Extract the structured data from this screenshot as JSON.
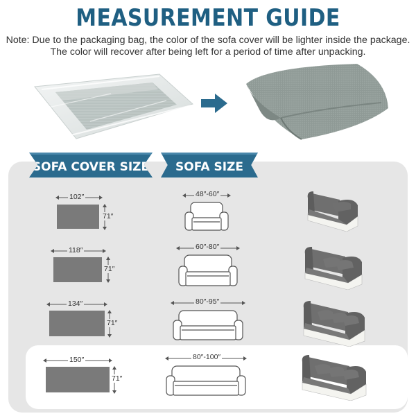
{
  "header": {
    "title": "MEASUREMENT GUIDE",
    "note_line1": "Note: Due to the packaging bag, the color of the sofa cover will be lighter inside the package.",
    "note_line2": "The color will recover after being left for a period of time after unpacking."
  },
  "sections": {
    "cover_label": "SOFA COVER SIZE",
    "sofa_label": "SOFA SIZE"
  },
  "rows": [
    {
      "cover_width": "102″",
      "cover_height": "71″",
      "sofa_width": "48″-60″"
    },
    {
      "cover_width": "118″",
      "cover_height": "71″",
      "sofa_width": "60″-80″"
    },
    {
      "cover_width": "134″",
      "cover_height": "71″",
      "sofa_width": "80″-95″"
    },
    {
      "cover_width": "150″",
      "cover_height": "71″",
      "sofa_width": "80″-100″"
    }
  ],
  "colors": {
    "title": "#1f5f82",
    "ribbon": "#2b6b8e",
    "panel": "#e6e6e6",
    "cover_swatch": "#7a7a7a",
    "fabric": "#8f9a96"
  },
  "icons": [
    "packaged-cover-icon",
    "arrow-right-icon",
    "unpacked-cover-icon",
    "sofa-outline-icon",
    "covered-sofa-icon"
  ]
}
